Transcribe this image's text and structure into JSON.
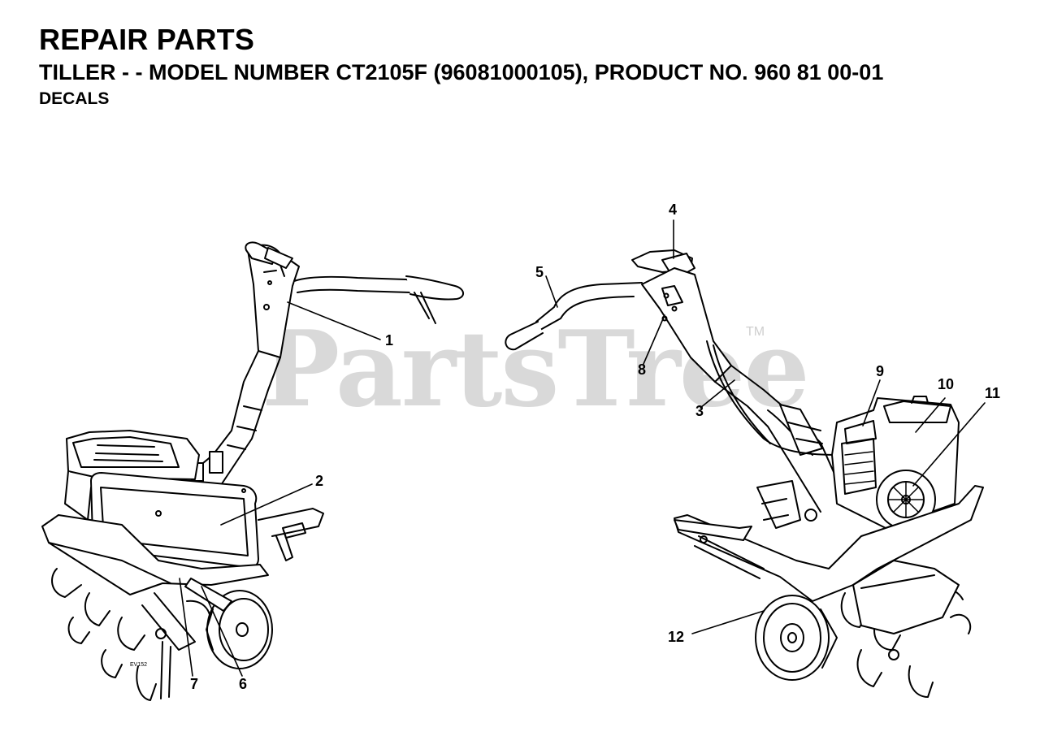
{
  "header": {
    "title": "REPAIR PARTS",
    "subtitle": "TILLER - - MODEL NUMBER CT2105F (96081000105), PRODUCT NO. 960 81 00-01",
    "section": "DECALS"
  },
  "watermark": {
    "text": "PartsTree",
    "tm": "TM"
  },
  "diagram_code": "EV152",
  "callouts": {
    "c1": "1",
    "c2": "2",
    "c3": "3",
    "c4": "4",
    "c5": "5",
    "c6": "6",
    "c7": "7",
    "c8": "8",
    "c9": "9",
    "c10": "10",
    "c11": "11",
    "c12": "12"
  },
  "colors": {
    "ink": "#000000",
    "watermark": "#d9d9d9"
  }
}
